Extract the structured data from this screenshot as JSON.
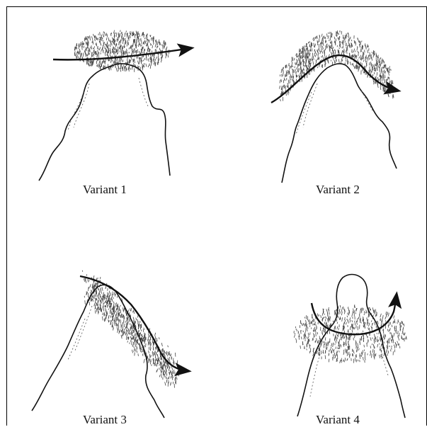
{
  "variants": [
    {
      "label": "Variant 1"
    },
    {
      "label": "Variant 2"
    },
    {
      "label": "Variant 3"
    },
    {
      "label": "Variant 4"
    }
  ],
  "colors": {
    "ink": "#111111",
    "stipple": "#444444",
    "background": "#ffffff"
  }
}
